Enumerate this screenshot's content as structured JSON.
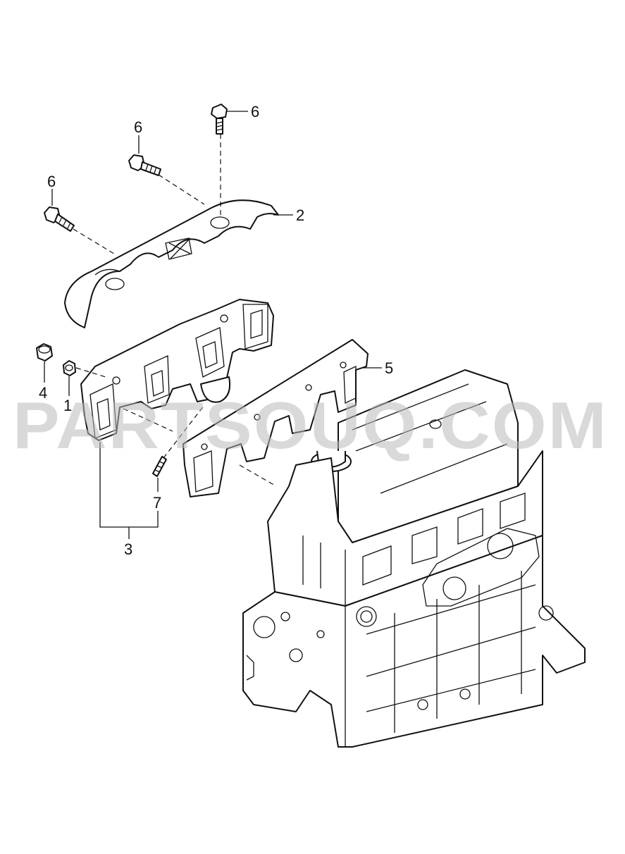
{
  "watermark": "PARTSOUQ.COM",
  "callouts": {
    "nut_4": "4",
    "nut_1": "1",
    "heat_shield_2": "2",
    "gasket_5": "5",
    "bolt_6a": "6",
    "bolt_6b": "6",
    "bolt_6c": "6",
    "stud_7": "7",
    "manifold_assembly_3": "3"
  },
  "colors": {
    "line": "#111111",
    "background": "#ffffff",
    "watermark": "#b9b9b9"
  }
}
